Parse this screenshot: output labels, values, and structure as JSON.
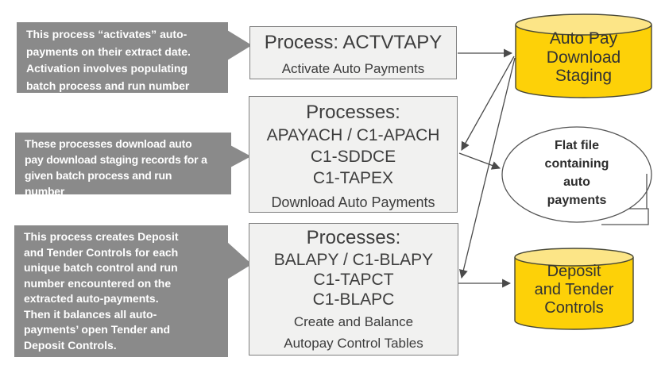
{
  "colors": {
    "callout_fill": "#8a8a8a",
    "callout_text": "#ffffff",
    "box_fill": "#f1f1f0",
    "box_border": "#7f7f7f",
    "box_text": "#3d3d3d",
    "cylinder_body": "#fdd108",
    "cylinder_top": "#fce587",
    "cylinder_border": "#474735",
    "cylinder_text": "#333333",
    "oval_fill": "#ffffff",
    "oval_border": "#555555",
    "oval_text": "#2d2d2d",
    "arrow": "#4a4a4a"
  },
  "callouts": [
    {
      "text": "This process “activates” auto-\npayments on their extract date.\nActivation involves populating\nbatch process and run number"
    },
    {
      "text": "These processes download auto\npay download staging records for a\ngiven batch process and run\nnumber"
    },
    {
      "text": "This process creates Deposit\nand Tender Controls for each\nunique batch control and run\nnumber encountered on the\nextracted auto-payments.\nThen it balances all auto-\npayments’ open Tender and\nDeposit Controls."
    }
  ],
  "process_boxes": [
    {
      "title": "Process: ACTVTAPY",
      "subtitle": "Activate Auto Payments"
    },
    {
      "title": "Processes:",
      "codes": "APAYACH / C1-APACH\nC1-SDDCE\nC1-TAPEX",
      "subtitle": "Download Auto Payments"
    },
    {
      "title": "Processes:",
      "codes": "BALAPY / C1-BLAPY\nC1-TAPCT\nC1-BLAPC",
      "subtitle": "Create and Balance\nAutopay Control Tables"
    }
  ],
  "datastores": [
    {
      "label": "Auto Pay\nDownload\nStaging"
    },
    {
      "label": "Deposit\nand Tender\nControls"
    }
  ],
  "flat_file": {
    "label": "Flat file\ncontaining\nauto\npayments"
  }
}
